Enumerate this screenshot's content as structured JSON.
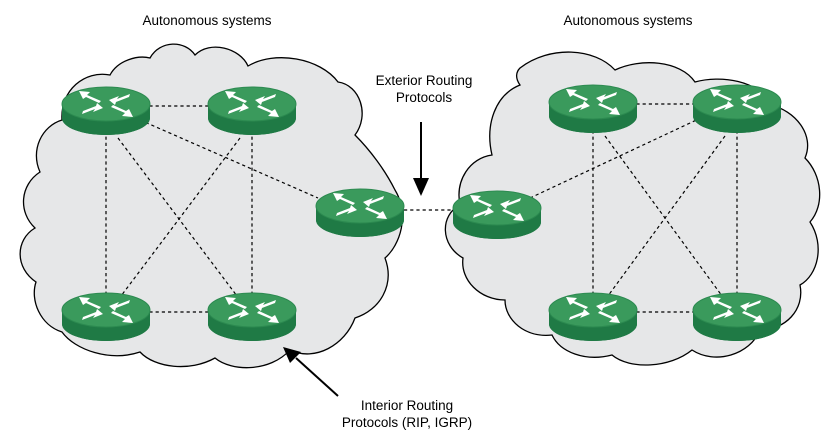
{
  "labels": {
    "left_title": "Autonomous systems",
    "right_title": "Autonomous systems",
    "exterior_line1": "Exterior Routing",
    "exterior_line2": "Protocols",
    "interior_line1": "Interior Routing",
    "interior_line2": "Protocols (RIP, IGRP)"
  },
  "colors": {
    "router_top": "#3a9a5c",
    "router_side": "#1f7a45",
    "router_edge": "#2c8a50",
    "router_arrows": "#ffffff",
    "cloud_fill": "#e6e7e8"
  },
  "router_icon": "router-icon"
}
